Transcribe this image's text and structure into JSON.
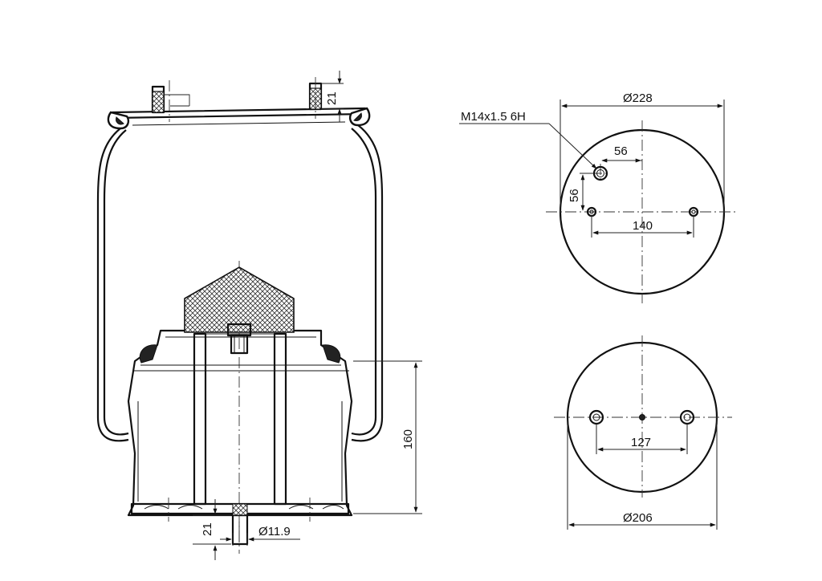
{
  "drawing": {
    "side_view": {
      "dim_plate_stud": "21",
      "dim_height": "160",
      "dim_bottom_stud": "21",
      "dim_bottom_diameter": "Ø11.9"
    },
    "top_view": {
      "thread_label": "M14x1.5 6H",
      "dim_diameter": "Ø228",
      "dim_offset_x": "56",
      "dim_offset_y": "56",
      "dim_stud_spacing": "140"
    },
    "bottom_view": {
      "dim_stud_spacing": "127",
      "dim_diameter": "Ø206"
    }
  }
}
